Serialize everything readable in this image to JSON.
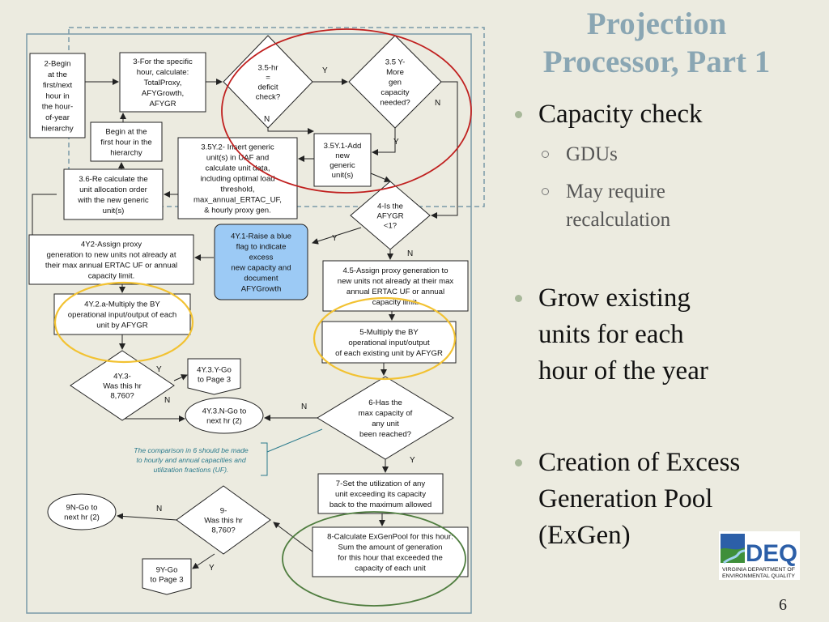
{
  "slide": {
    "title_line1": "Projection",
    "title_line2": "Processor, Part 1",
    "page_number": "6"
  },
  "bullets": {
    "b1": "Capacity check",
    "b1_sub1": "GDUs",
    "b1_sub2_line1": "May require",
    "b1_sub2_line2": "recalculation",
    "b2_line1": "Grow existing",
    "b2_line2": "units for each",
    "b2_line3": "hour of the year",
    "b3_line1": "Creation of Excess",
    "b3_line2": "Generation Pool",
    "b3_line3": "(ExGen)"
  },
  "logo": {
    "mark": "DEQ",
    "line1": "VIRGINIA DEPARTMENT OF",
    "line2": "ENVIRONMENTAL QUALITY"
  },
  "flowchart": {
    "n2": [
      "2-Begin",
      "at the",
      "first/next",
      "hour in",
      "the hour-",
      "of-year",
      "hierarchy"
    ],
    "n3": [
      "3-For the specific",
      "hour, calculate:",
      "TotalProxy,",
      "AFYGrowth,",
      "AFYGR"
    ],
    "n35": [
      "3.5-hr",
      "=",
      "deficit",
      "check?"
    ],
    "n35y": [
      "3.5 Y-",
      "More",
      "gen",
      "capacity",
      "needed?"
    ],
    "begin_first": [
      "Begin at the",
      "first hour in the",
      "hierarchy"
    ],
    "n35y1": [
      "3.5Y.1-Add",
      "new",
      "generic",
      "unit(s)"
    ],
    "n35y2": [
      "3.5Y.2- Insert generic",
      "unit(s)  in UAF and",
      "calculate unit data,",
      "including optimal load",
      "threshold,",
      "max_annual_ERTAC_UF,",
      "& hourly proxy gen."
    ],
    "n36": [
      "3.6-Re calculate the",
      "unit allocation order",
      "with the new generic",
      "unit(s)"
    ],
    "n4": [
      "4-Is the",
      "AFYGR",
      "<1?"
    ],
    "n4y2": [
      "4Y2-Assign proxy",
      "generation to new units not already at",
      "their max annual ERTAC UF or annual",
      "capacity limit."
    ],
    "n4y1": [
      "4Y.1-Raise a blue",
      "flag to indicate",
      "excess",
      "new capacity and",
      "document",
      "AFYGrowth"
    ],
    "n45": [
      "4.5-Assign proxy generation to",
      "new units not already at their max",
      "annual ERTAC UF or annual",
      "capacity limit."
    ],
    "n4y2a": [
      "4Y.2.a-Multiply the BY",
      "operational input/output of each",
      "unit by AFYGR"
    ],
    "n5": [
      "5-Multiply the BY",
      "operational input/output",
      "of each existing unit by AFYGR"
    ],
    "n4y3": [
      "4Y.3-",
      "Was this hr",
      "8,760?"
    ],
    "n4y3y": [
      "4Y.3.Y-Go",
      "to Page 3"
    ],
    "n4y3n": [
      "4Y.3.N-Go to",
      "next hr (2)"
    ],
    "n6": [
      "6-Has the",
      "max capacity of",
      "any unit",
      "been reached?"
    ],
    "note": [
      "The comparison in 6 should be made",
      "to hourly and annual capacities and",
      "utilization fractions (UF)."
    ],
    "n7": [
      "7-Set the utilization of any",
      "unit exceeding its capacity",
      "back to the maximum allowed"
    ],
    "n9": [
      "9-",
      "Was this hr",
      "8,760?"
    ],
    "n9n": [
      "9N-Go to",
      "next hr (2)"
    ],
    "n8": [
      "8-Calculate ExGenPool for this hour:",
      "Sum the amount of generation",
      "for this hour that exceeded the",
      "capacity of each unit"
    ],
    "n9y": [
      "9Y-Go",
      "to Page 3"
    ],
    "lbl_y": "Y",
    "lbl_n": "N"
  },
  "colors": {
    "title": "#8aa6b3",
    "frame": "#7a9aa8",
    "blue_box": "#9ccaf5",
    "red_ellipse": "#c0201f",
    "yellow_ellipse": "#f2c232",
    "green_ellipse": "#4f7d3f",
    "note_text": "#2a7a8c"
  }
}
